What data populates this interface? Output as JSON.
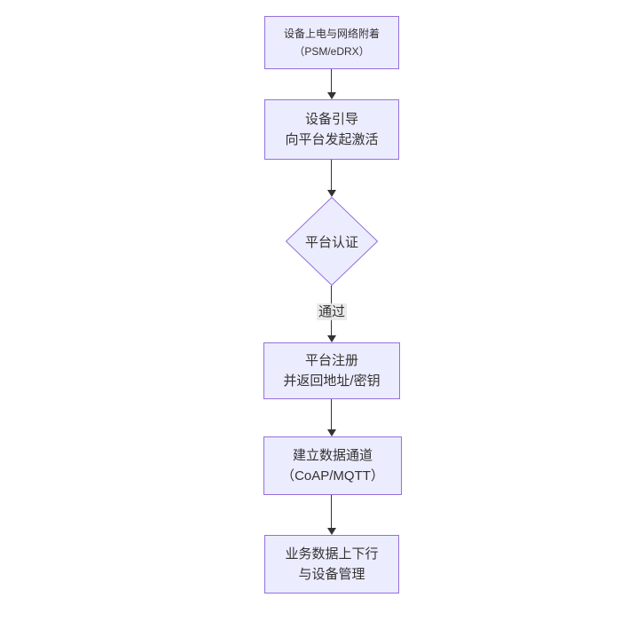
{
  "diagram": {
    "type": "flowchart",
    "direction": "top-to-bottom",
    "colors": {
      "node_fill": "#ECECFF",
      "node_border": "#9370DB",
      "text": "#333333",
      "arrow": "#333333",
      "edge_label_bg": "#e8e8e8",
      "background": "#ffffff"
    },
    "nodes": [
      {
        "id": "A",
        "shape": "rectangle",
        "lines": [
          "设备上电与网络附着",
          "（PSM/eDRX）"
        ]
      },
      {
        "id": "B",
        "shape": "rectangle",
        "lines": [
          "设备引导",
          "向平台发起激活"
        ]
      },
      {
        "id": "C",
        "shape": "diamond",
        "lines": [
          "平台认证"
        ]
      },
      {
        "id": "D",
        "shape": "rectangle",
        "lines": [
          "平台注册",
          "并返回地址/密钥"
        ]
      },
      {
        "id": "E",
        "shape": "rectangle",
        "lines": [
          "建立数据通道",
          "（CoAP/MQTT）"
        ]
      },
      {
        "id": "F",
        "shape": "rectangle",
        "lines": [
          "业务数据上下行",
          "与设备管理"
        ]
      }
    ],
    "edges": [
      {
        "from": "A",
        "to": "B",
        "label": ""
      },
      {
        "from": "B",
        "to": "C",
        "label": ""
      },
      {
        "from": "C",
        "to": "D",
        "label": "通过"
      },
      {
        "from": "D",
        "to": "E",
        "label": ""
      },
      {
        "from": "E",
        "to": "F",
        "label": ""
      }
    ]
  }
}
